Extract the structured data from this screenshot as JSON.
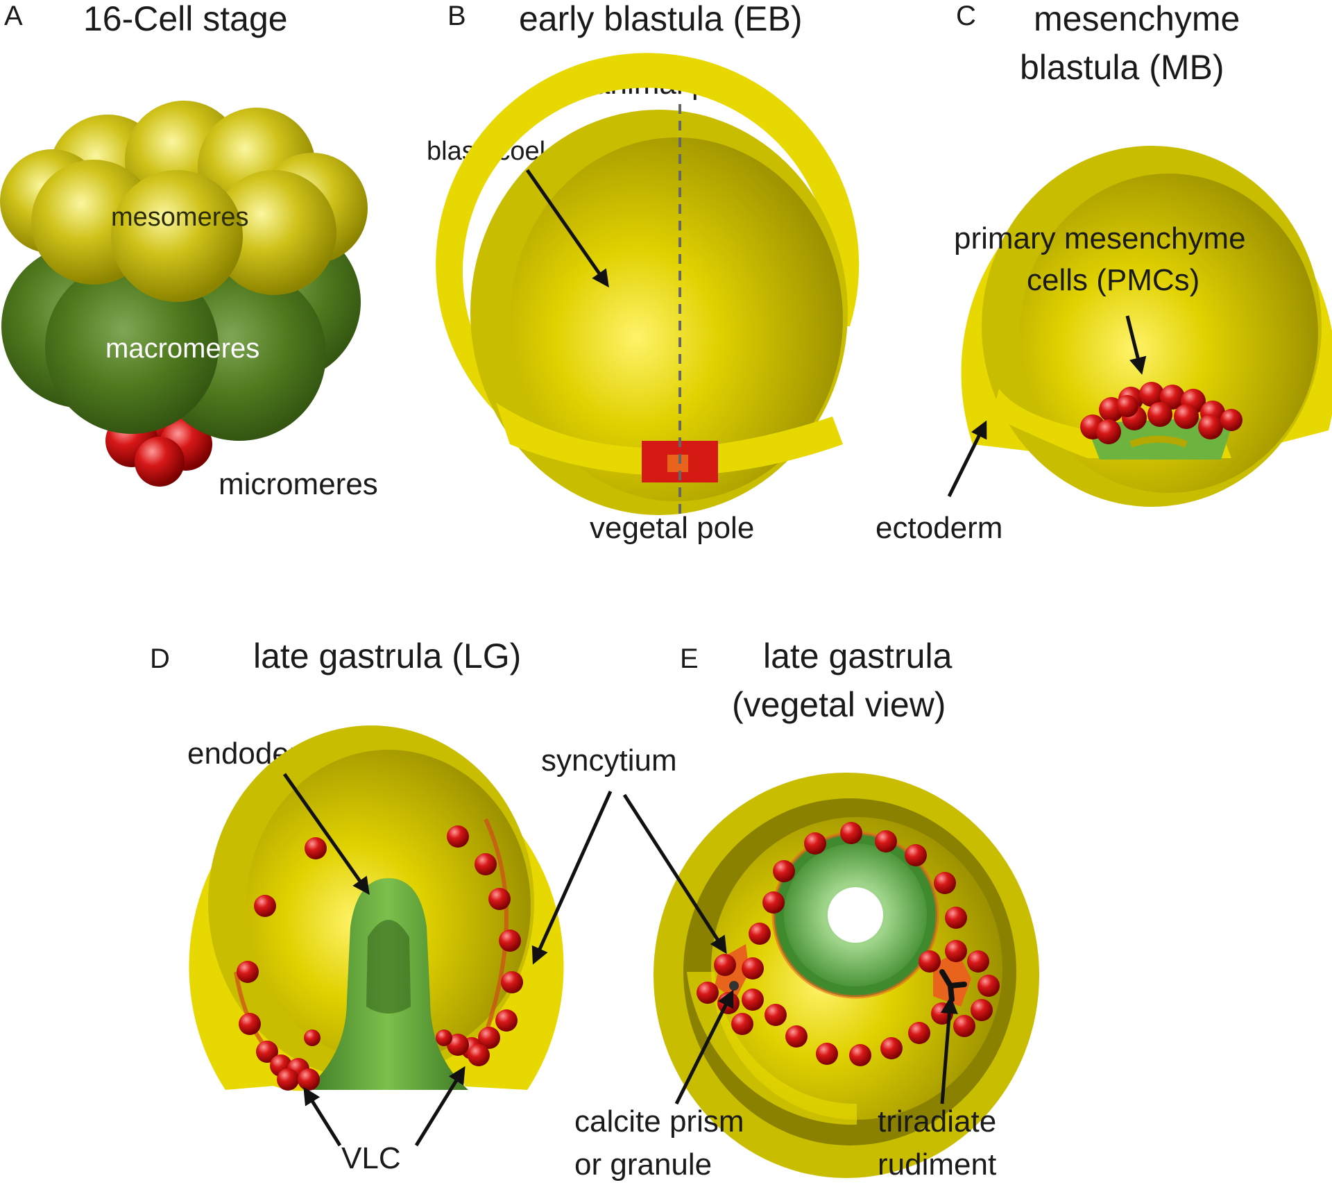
{
  "panels": {
    "a": {
      "letter": "A",
      "title": "16-Cell stage",
      "labels": {
        "mesomeres": "mesomeres",
        "macromeres": "macromeres",
        "micromeres": "micromeres"
      }
    },
    "b": {
      "letter": "B",
      "title": "early blastula (EB)",
      "labels": {
        "animal_pole": "animal pole",
        "blastocoel": "blastocoel",
        "vegetal_pole": "vegetal pole"
      }
    },
    "c": {
      "letter": "C",
      "title_line1": "mesenchyme",
      "title_line2": "blastula (MB)",
      "labels": {
        "pmc_line1": "primary mesenchyme",
        "pmc_line2": "cells (PMCs)",
        "ectoderm": "ectoderm"
      }
    },
    "d": {
      "letter": "D",
      "title": "late gastrula (LG)",
      "labels": {
        "endoderm": "endoderm",
        "syncytium": "syncytium",
        "vlc": "VLC"
      }
    },
    "e": {
      "letter": "E",
      "title_line1": "late gastrula",
      "title_line2": "(vegetal view)",
      "labels": {
        "calcite_line1": "calcite prism",
        "calcite_line2": "or granule",
        "triradiate_line1": "triradiate",
        "triradiate_line2": "rudiment"
      }
    }
  },
  "colors": {
    "yellow": "#e6d800",
    "yellow_inner": "#b5a800",
    "olive_dark": "#8a8100",
    "green_dark": "#4f7a1e",
    "green_light": "#6cb33f",
    "red": "#cc1010",
    "orange": "#e8641c"
  }
}
